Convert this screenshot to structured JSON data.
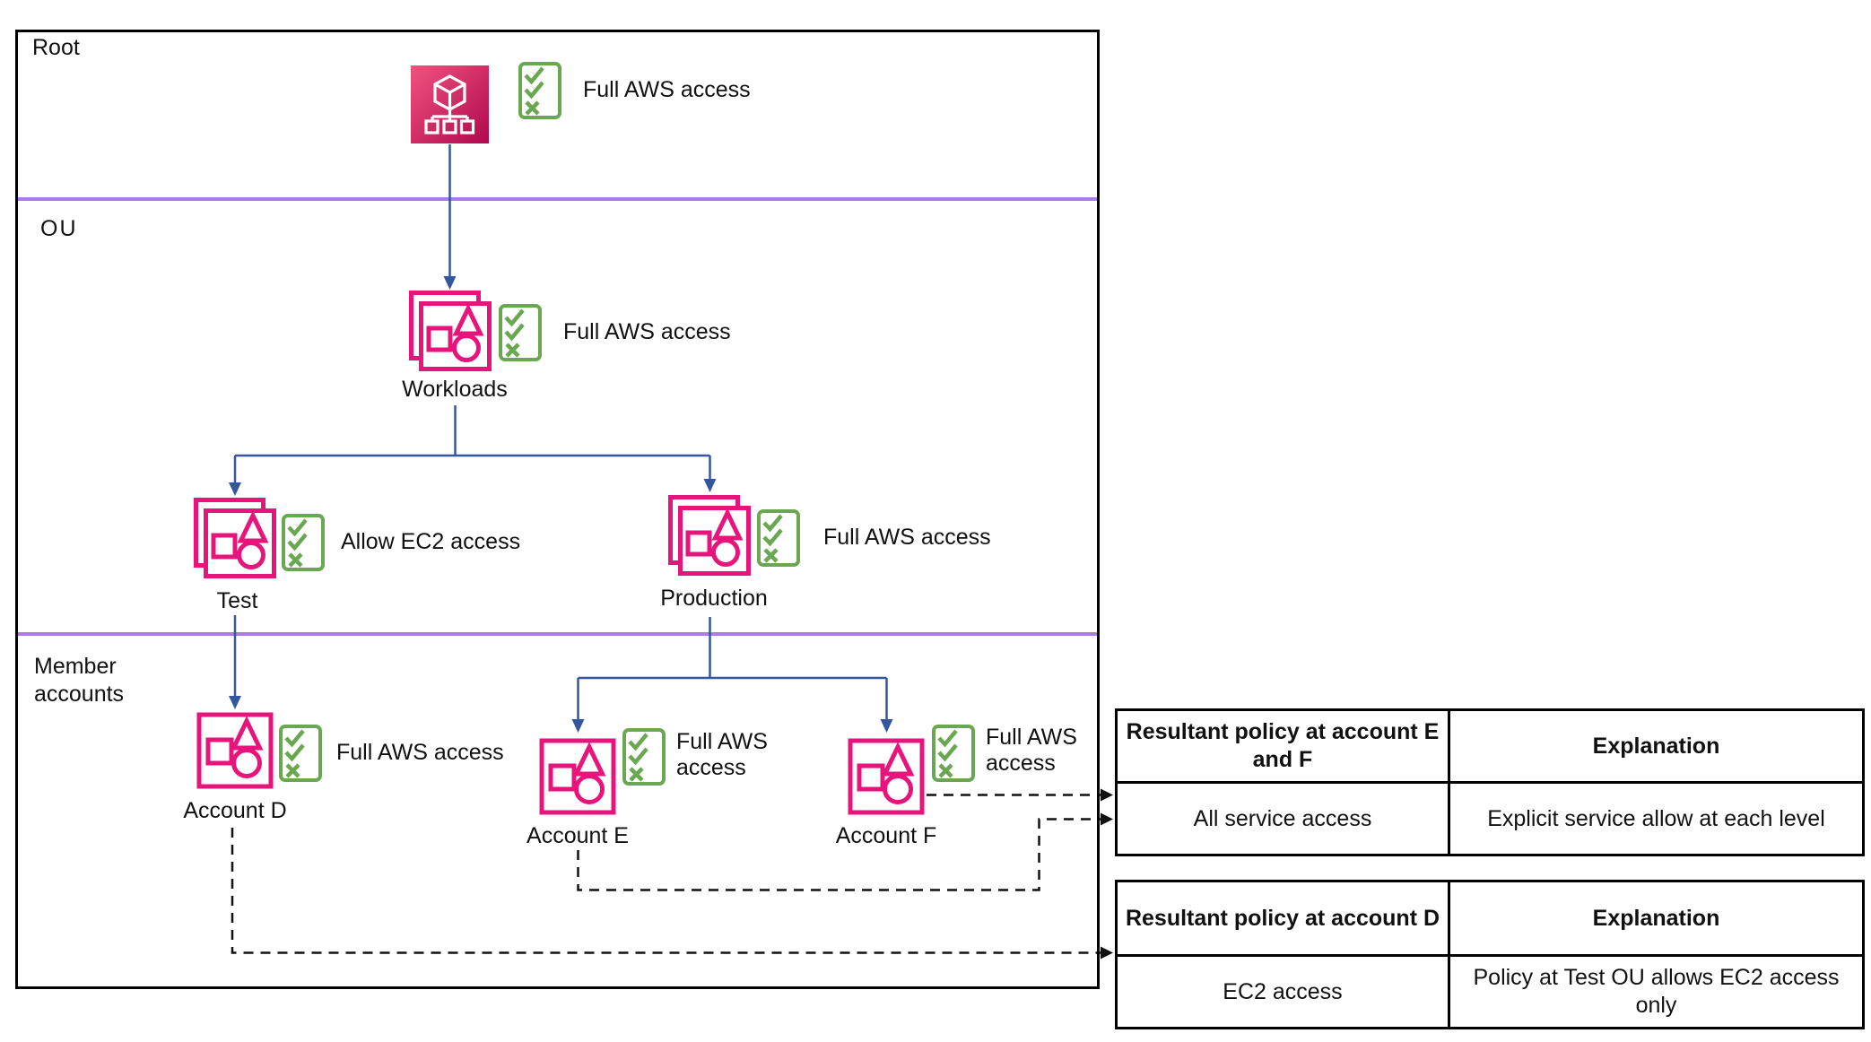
{
  "diagram": {
    "sections": {
      "root": "Root",
      "ou": "OU",
      "member": "Member accounts"
    },
    "nodes": {
      "root": {
        "policy": "Full AWS access"
      },
      "workloads": {
        "label": "Workloads",
        "policy": "Full AWS access"
      },
      "test": {
        "label": "Test",
        "policy": "Allow EC2 access"
      },
      "production": {
        "label": "Production",
        "policy": "Full AWS access"
      },
      "account_d": {
        "label": "Account D",
        "policy": "Full AWS access"
      },
      "account_e": {
        "label": "Account E",
        "policy": "Full AWS access"
      },
      "account_f": {
        "label": "Account F",
        "policy": "Full AWS access"
      }
    },
    "icons": {
      "root": "organizations-root-icon",
      "ou": "organizational-unit-icon",
      "account": "account-icon",
      "policy": "policy-checklist-icon"
    }
  },
  "tables": {
    "ef": {
      "headers": [
        "Resultant policy at account E and F",
        "Explanation"
      ],
      "rows": [
        [
          "All service access",
          "Explicit service allow at each level"
        ]
      ]
    },
    "d": {
      "headers": [
        "Resultant policy at account D",
        "Explanation"
      ],
      "rows": [
        [
          "EC2 access",
          "Policy at Test OU allows EC2 access only"
        ]
      ]
    }
  },
  "colors": {
    "pink": "#E7157B",
    "pink_gradient_start": "#F0537F",
    "pink_gradient_end": "#B0084D",
    "green": "#69A750",
    "blue": "#33579E",
    "purple": "#A87BE8",
    "line_black": "#111111"
  }
}
